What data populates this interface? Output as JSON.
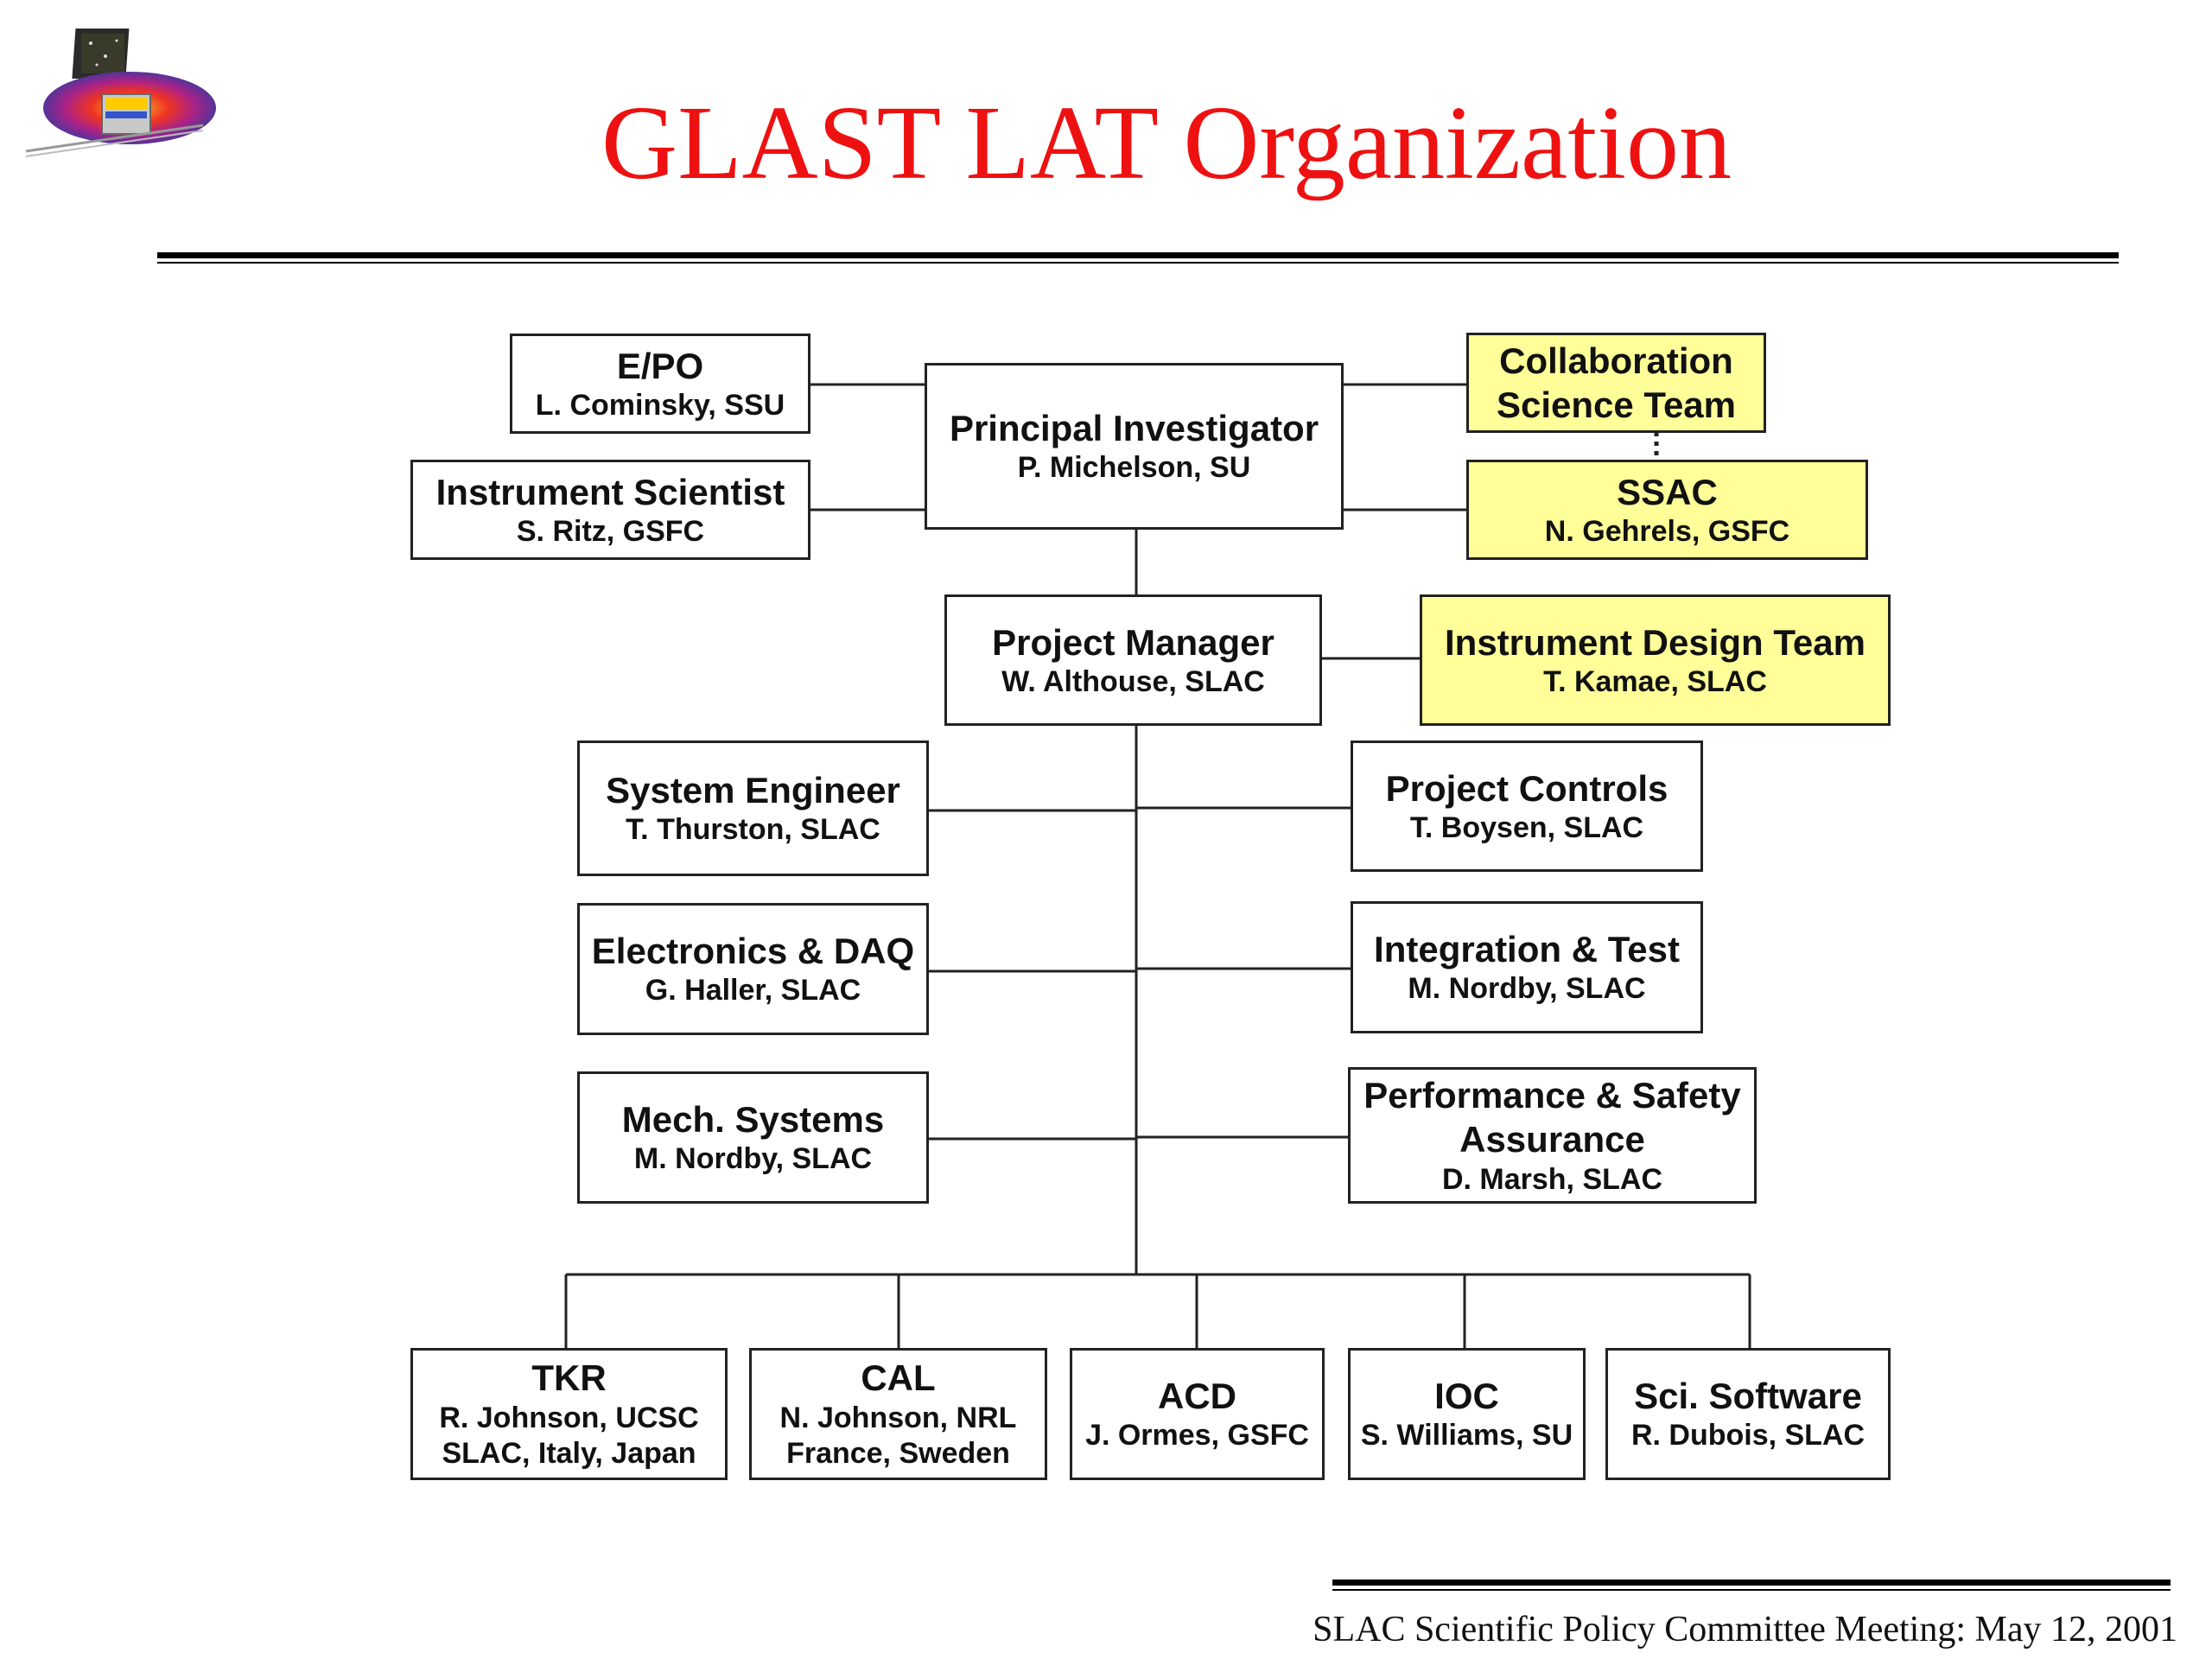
{
  "title": "GLAST LAT Organization",
  "footer": "SLAC Scientific Policy Committee Meeting:  May 12, 2001",
  "colors": {
    "title": "#ee1111",
    "highlight_box": "#ffff99"
  },
  "nodes": {
    "epo": {
      "title": "E/PO",
      "person": "L. Cominsky, SSU"
    },
    "instrument_scientist": {
      "title": "Instrument Scientist",
      "person": "S. Ritz, GSFC"
    },
    "principal_investigator": {
      "title": "Principal Investigator",
      "person": "P. Michelson, SU"
    },
    "collaboration_science_team": {
      "title_line1": "Collaboration",
      "title_line2": "Science Team"
    },
    "ssac": {
      "title": "SSAC",
      "person": "N. Gehrels, GSFC"
    },
    "project_manager": {
      "title": "Project Manager",
      "person": "W. Althouse, SLAC"
    },
    "instrument_design_team": {
      "title": "Instrument Design Team",
      "person": "T. Kamae, SLAC"
    },
    "system_engineer": {
      "title": "System Engineer",
      "person": "T. Thurston, SLAC"
    },
    "project_controls": {
      "title": "Project Controls",
      "person": "T. Boysen, SLAC"
    },
    "electronics_daq": {
      "title": "Electronics & DAQ",
      "person": "G. Haller, SLAC"
    },
    "integration_test": {
      "title": "Integration & Test",
      "person": "M. Nordby, SLAC"
    },
    "mech_systems": {
      "title": "Mech. Systems",
      "person": "M. Nordby, SLAC"
    },
    "performance_safety": {
      "title_line1": "Performance & Safety",
      "title_line2": "Assurance",
      "person": "D. Marsh, SLAC"
    },
    "tkr": {
      "title": "TKR",
      "person": "R. Johnson, UCSC",
      "extra": "SLAC, Italy, Japan"
    },
    "cal": {
      "title": "CAL",
      "person": "N. Johnson, NRL",
      "extra": "France, Sweden"
    },
    "acd": {
      "title": "ACD",
      "person": "J. Ormes, GSFC"
    },
    "ioc": {
      "title": "IOC",
      "person": "S. Williams, SU"
    },
    "sci_software": {
      "title": "Sci. Software",
      "person": "R. Dubois, SLAC"
    }
  },
  "logo": {
    "icon": "glast-satellite-icon"
  }
}
